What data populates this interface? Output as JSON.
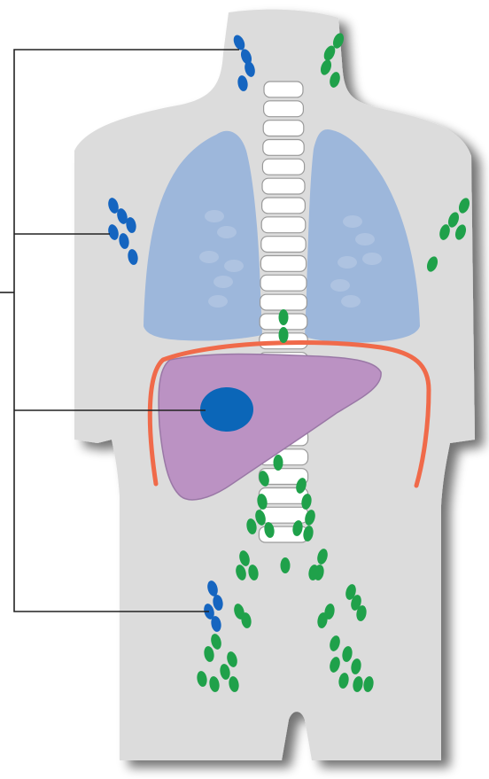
{
  "diagram": {
    "colors": {
      "background": "#ffffff",
      "body": "#dcdcdc",
      "body_shadow": "#7a7a7a",
      "lung_fill": "#9db7db",
      "lung_texture": "#b3c6e2",
      "spine_fill": "#ffffff",
      "spine_stroke": "#9a9a9a",
      "liver_fill": "#bb92c3",
      "liver_stroke": "#9a78a6",
      "diaphragm": "#f06a4a",
      "tumor": "#0b66b8",
      "node_involved": "#1565c0",
      "node_normal": "#1fa14a",
      "callout_line": "#222222"
    },
    "legend_text": [],
    "icon_names": [
      "lymph-node-cluster",
      "liver-tumor",
      "lung",
      "spine",
      "diaphragm"
    ],
    "regions": [
      {
        "id": "neck",
        "involved_side": "right-side-of-image-left",
        "status": "involved"
      },
      {
        "id": "axilla",
        "status": "involved"
      },
      {
        "id": "liver",
        "status": "tumor"
      },
      {
        "id": "groin",
        "status": "involved"
      }
    ]
  }
}
